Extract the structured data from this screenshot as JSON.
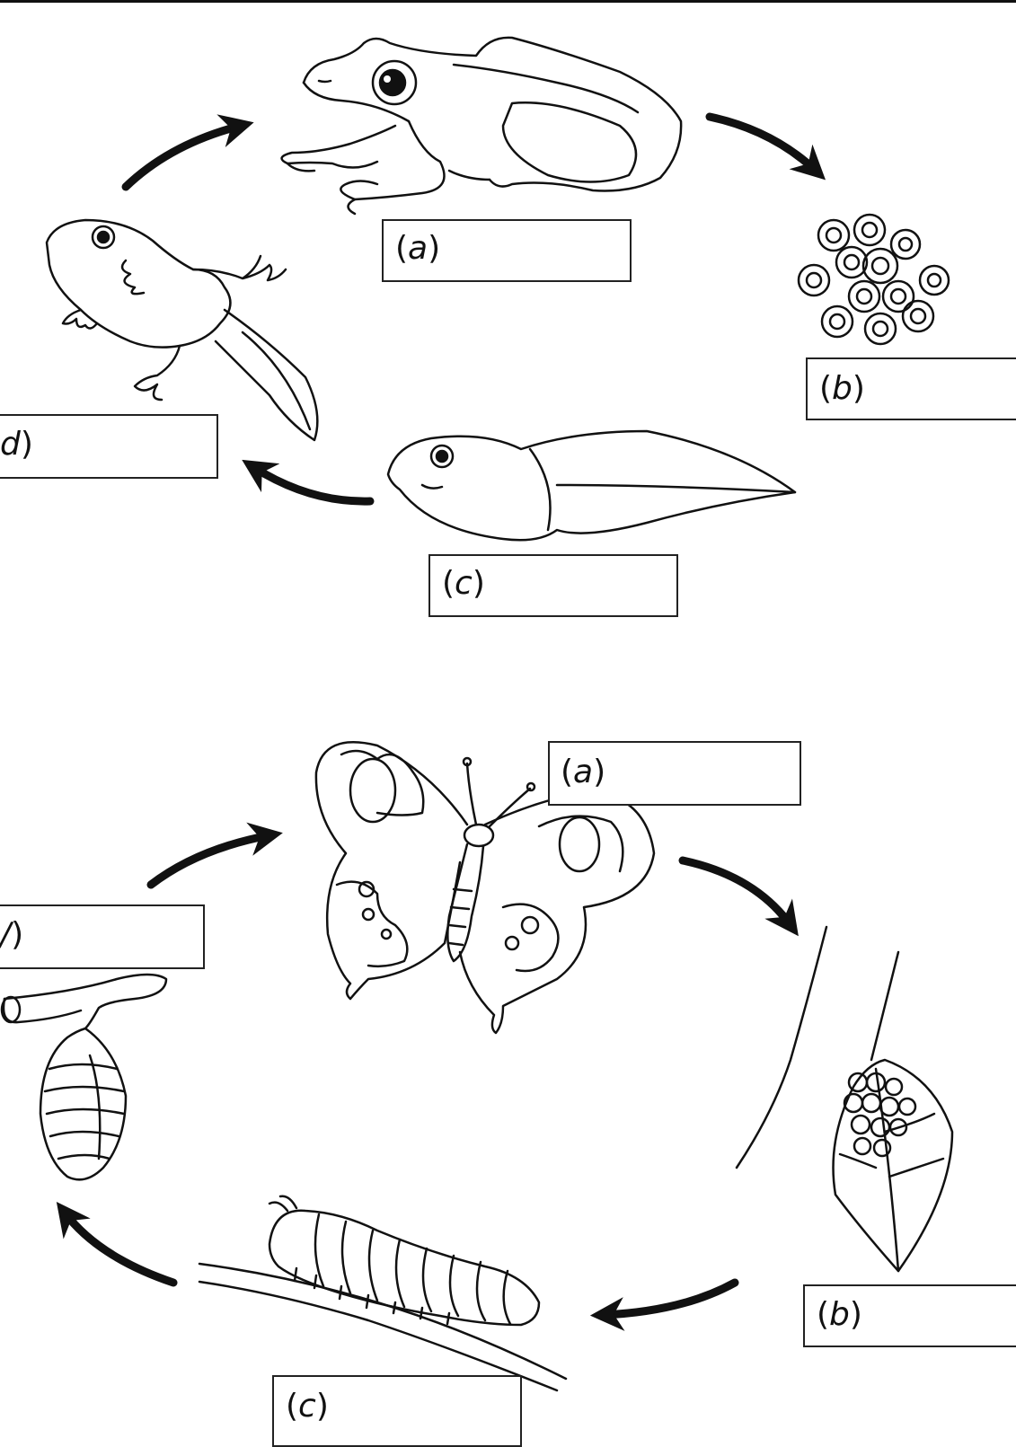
{
  "frog_cycle": {
    "labels": {
      "a": {
        "open": "(",
        "letter": "a",
        "close": ")"
      },
      "b": {
        "open": "(",
        "letter": "b",
        "close": ")"
      },
      "c": {
        "open": "(",
        "letter": "c",
        "close": ")"
      },
      "d": {
        "open": "",
        "letter": "d",
        "close": ")"
      }
    },
    "stages": [
      "adult-frog",
      "frog-eggs",
      "tadpole",
      "froglet"
    ]
  },
  "butterfly_cycle": {
    "labels": {
      "a": {
        "open": "(",
        "letter": "a",
        "close": ")"
      },
      "b": {
        "open": "(",
        "letter": "b",
        "close": ")"
      },
      "c": {
        "open": "(",
        "letter": "c",
        "close": ")"
      },
      "d": {
        "open": "",
        "letter": "/",
        "close": ")"
      }
    },
    "stages": [
      "butterfly",
      "eggs-on-leaf",
      "caterpillar",
      "chrysalis"
    ]
  },
  "colors": {
    "ink": "#111111",
    "paper": "#ffffff"
  }
}
